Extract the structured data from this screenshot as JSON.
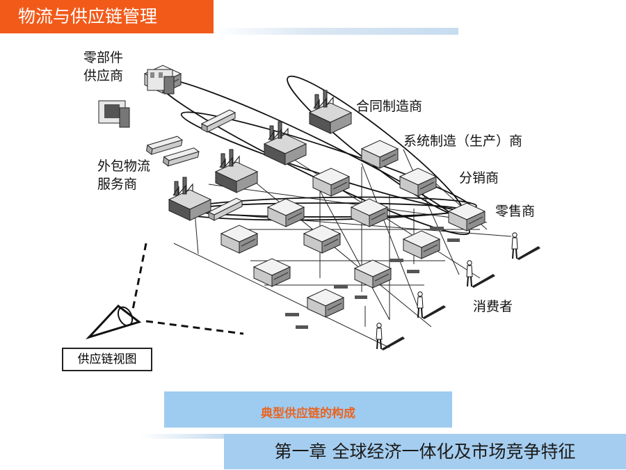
{
  "header": {
    "title": "物流与供应链管理"
  },
  "diagram": {
    "labels": {
      "component_supplier_line1": "零部件",
      "component_supplier_line2": "供应商",
      "contract_manufacturer": "合同制造商",
      "system_manufacturer": "系统制造（生产）商",
      "outsourced_logistics_line1": "外包物流",
      "outsourced_logistics_line2": "服务商",
      "distributor": "分销商",
      "retailer": "零售商",
      "consumer": "消费者",
      "supply_chain_view": "供应链视图"
    }
  },
  "caption": "典型供应链的构成",
  "footer": {
    "chapter": "第一章  全球经济一体化及市场竞争特征"
  },
  "colors": {
    "title_bg": "#f25a1a",
    "caption_bg": "#9ecbf0",
    "caption_text": "#ea6420",
    "footer_bg": "#a5cdef"
  }
}
